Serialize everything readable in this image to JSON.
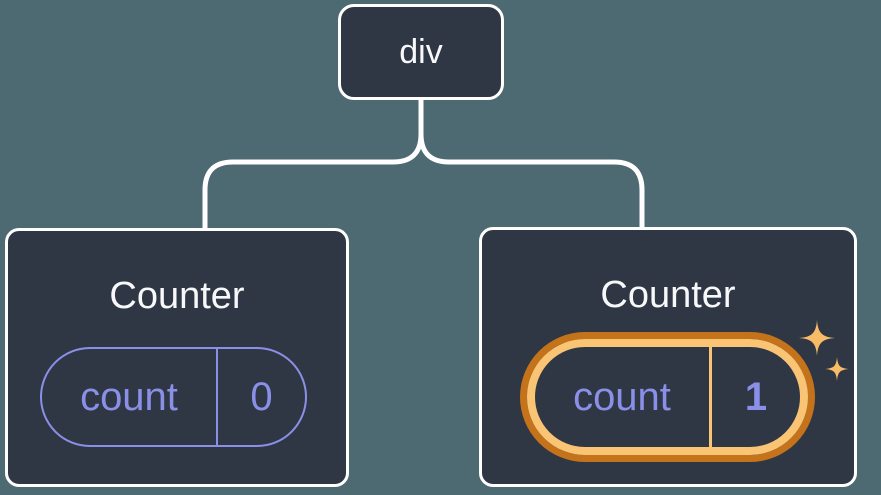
{
  "diagram": {
    "root": {
      "label": "div"
    },
    "children": [
      {
        "title": "Counter",
        "state": {
          "label": "count",
          "value": "0"
        },
        "highlighted": false
      },
      {
        "title": "Counter",
        "state": {
          "label": "count",
          "value": "1"
        },
        "highlighted": true
      }
    ]
  },
  "icons": [
    {
      "name": "sparkles-icon"
    }
  ],
  "colors": {
    "background": "#4D6972",
    "node_fill": "#303744",
    "node_border": "#FFFFFF",
    "connector": "#FFFFFF",
    "state_accent": "#8A90E8",
    "highlight_ring_outer": "#C4731A",
    "highlight_ring_inner": "#FAC475",
    "sparkle": "#F8BC66",
    "title_text": "#F7F8FA"
  }
}
